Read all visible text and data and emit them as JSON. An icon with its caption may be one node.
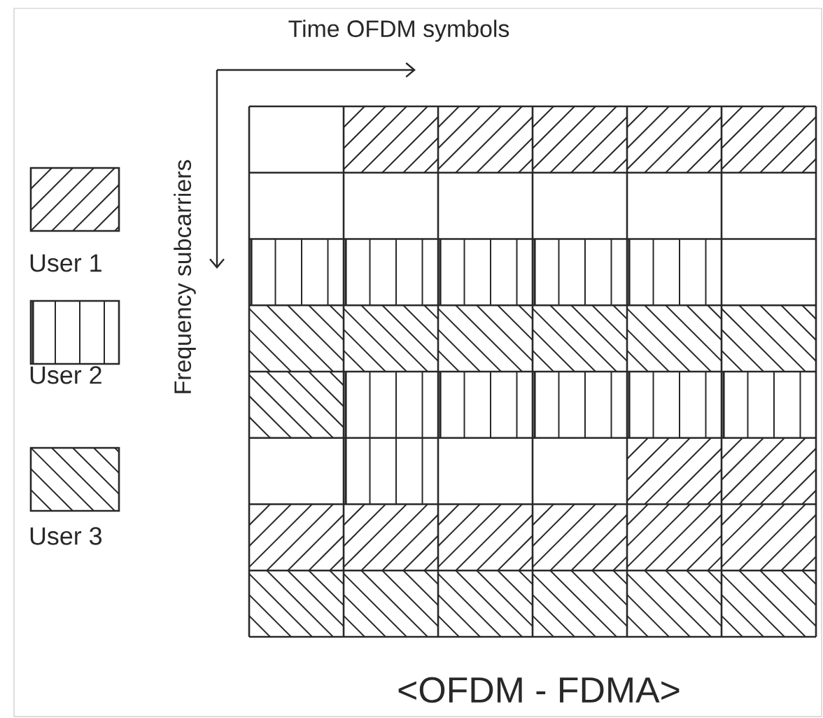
{
  "diagram": {
    "caption": "<OFDM - FDMA>",
    "labels": [
      "Time OFDM symbols",
      "Frequency subcarriers"
    ],
    "legend": [
      {
        "text": "User 1"
      },
      {
        "text": "User 2"
      },
      {
        "text": "User 3"
      }
    ]
  }
}
